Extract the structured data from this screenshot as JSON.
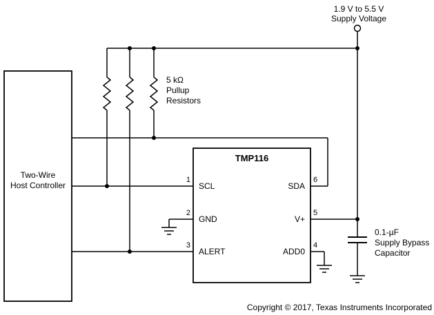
{
  "supply": {
    "label1": "1.9 V to 5.5 V",
    "label2": "Supply Voltage"
  },
  "host": {
    "label1": "Two-Wire",
    "label2": "Host Controller"
  },
  "ic": {
    "title": "TMP116",
    "pins": {
      "scl": {
        "number": "1",
        "label": "SCL"
      },
      "gnd": {
        "number": "2",
        "label": "GND"
      },
      "alert": {
        "number": "3",
        "label": "ALERT"
      },
      "sda": {
        "number": "6",
        "label": "SDA"
      },
      "vplus": {
        "number": "5",
        "label": "V+"
      },
      "add0": {
        "number": "4",
        "label": "ADD0"
      }
    }
  },
  "pullup_resistors": {
    "value": "5 kΩ",
    "label1": "Pullup",
    "label2": "Resistors"
  },
  "bypass_capacitor": {
    "value": "0.1-µF",
    "label1": "Supply Bypass",
    "label2": "Capacitor"
  },
  "footer": {
    "copyright": "Copyright © 2017, Texas Instruments Incorporated"
  },
  "colors": {
    "wire": "#000000",
    "background": "#ffffff"
  }
}
